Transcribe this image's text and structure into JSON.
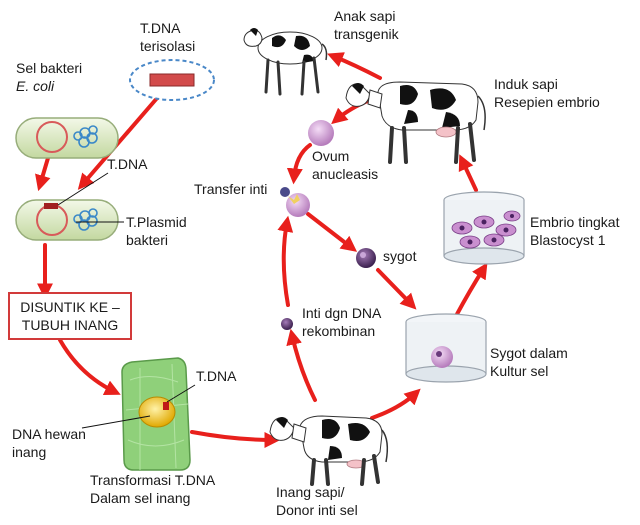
{
  "labels": {
    "tdna_isolated_1": "T.DNA",
    "tdna_isolated_2": "terisolasi",
    "bacteria_cell_1": "Sel bakteri",
    "bacteria_cell_2": "E. coli",
    "tdna_bacteria": "T.DNA",
    "plasmid_1": "T.Plasmid",
    "plasmid_2": "bakteri",
    "inject_1": "DISUNTIK  KE –",
    "inject_2": "TUBUH INANG",
    "tdna_host": "T.DNA",
    "host_dna_1": "DNA hewan",
    "host_dna_2": "inang",
    "transform_1": "Transformasi  T.DNA",
    "transform_2": "Dalam sel inang",
    "donor_1": "Inang  sapi/",
    "donor_2": "Donor inti sel",
    "nucleus_dna_1": "Inti dgn DNA",
    "nucleus_dna_2": "rekombinan",
    "nuclear_transfer": "Transfer inti",
    "ovum_1": "Ovum",
    "ovum_2": "anucleasis",
    "zygote": "sygot",
    "zygote_culture_1": "Sygot dalam",
    "zygote_culture_2": "Kultur sel",
    "embryo_1": "Embrio tingkat",
    "embryo_2": "Blastocyst 1",
    "recipient_1": "Induk sapi",
    "recipient_2": "Resepien embrio",
    "calf_1": "Anak sapi",
    "calf_2": "transgenik"
  },
  "colors": {
    "arrow": "#e8201c",
    "dna_box": "#d24b4b",
    "box_border": "#d23a3a",
    "bacteria_fill": "#dde9c5",
    "plasmid": "#d85a5a",
    "chromosome": "#3a88c8",
    "host_cell": "#8fd07a",
    "ovum": "#c78fcc",
    "zygote": "#6a3a7c"
  }
}
